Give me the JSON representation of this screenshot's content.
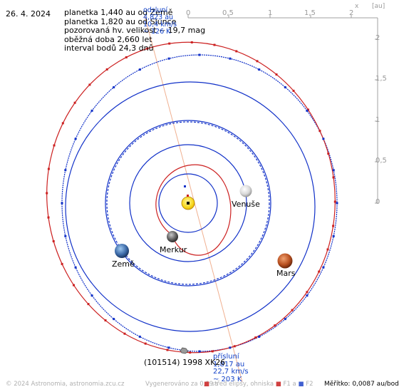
{
  "date": "26. 4. 2024",
  "info_lines": [
    "planetka 1,440 au od Země",
    "planetka 1,820 au od Slunce",
    "pozorovaná hv. velikost ~ 19,7 mag",
    "oběžná doba 2,660 let",
    "interval bodů 24,3 dnů"
  ],
  "aphelion": {
    "title": "odsluní",
    "distance": "4,823 au",
    "speed": "10,4 km/s",
    "temperature": "~ 126 K"
  },
  "perihelion": {
    "title": "přísluní",
    "distance": "1,817 au",
    "speed": "22,7 km/s",
    "temperature": "~ 203 K"
  },
  "planets": {
    "venus": "Venuše",
    "mercury": "Merkur",
    "earth": "Země",
    "mars": "Mars"
  },
  "asteroid_name": "(101514) 1998 XK26",
  "axis": {
    "x_label": "x",
    "unit_label": "[au]",
    "x_ticks": [
      "0",
      "0,5",
      "1",
      "1,5",
      "2"
    ],
    "y_ticks": [
      "2",
      "1,5",
      "1",
      "0,5",
      "0"
    ]
  },
  "footer": {
    "copyright": "© 2024 Astronomia, astronomia.zcu.cz",
    "generated": "Vygenerováno za 0,09 s",
    "legend_red": "střed elipsy, ohniska",
    "legend_f1": "F1",
    "legend_a": "a",
    "legend_f2": "F2",
    "scale": "Měřítko: 0,0087 au/bod"
  },
  "colors": {
    "asteroid_orbit": "#cc2020",
    "planet_orbit": "#1030c8",
    "sun": "#f7d61a",
    "axis": "#a0a0a0",
    "earth_line": "#f0b090"
  }
}
